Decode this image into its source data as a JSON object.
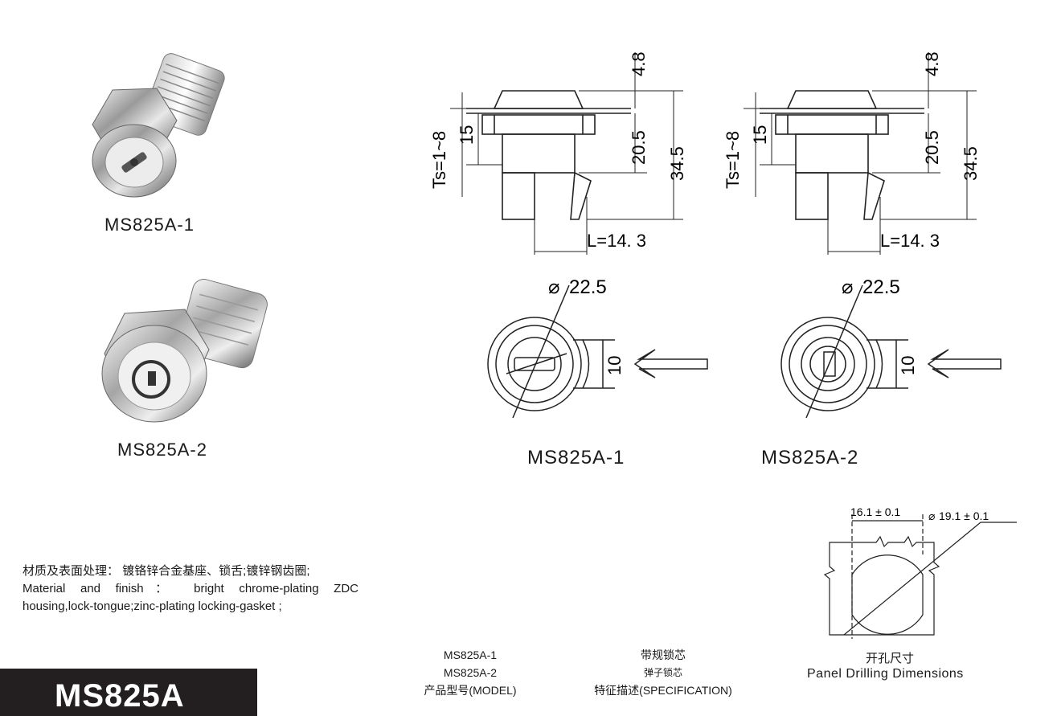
{
  "products": {
    "photo1_label": "MS825A-1",
    "photo2_label": "MS825A-2"
  },
  "side_view": {
    "dim_top": "4.8",
    "dim_ts": "Ts=1~8",
    "dim_15": "15",
    "dim_205": "20.5",
    "dim_345": "34.5",
    "dim_L": "L=14. 3"
  },
  "front_view": {
    "dia": "22.5",
    "dim_10": "10"
  },
  "view_labels": {
    "left": "MS825A-1",
    "right": "MS825A-2"
  },
  "panel": {
    "width_dim": "16.1 ± 0.1",
    "dia_dim": "19.1 ± 0.1",
    "label_cn": "开孔尺寸",
    "label_en": "Panel Drilling Dimensions"
  },
  "material": {
    "cn": "材质及表面处理： 镀铬锌合金基座、锁舌;镀锌钢齿圈;",
    "en_line1": "Material and finish： bright chrome-plating ZDC",
    "en_line2": "housing,lock-tongue;zinc-plating locking-gasket ;"
  },
  "model_table": {
    "models": [
      "MS825A-1",
      "MS825A-2"
    ],
    "model_header": "产品型号(MODEL)",
    "specs": [
      "带规锁芯",
      "弹子锁芯"
    ],
    "spec_header": "特征描述(SPECIFICATION)"
  },
  "title": "MS825A"
}
